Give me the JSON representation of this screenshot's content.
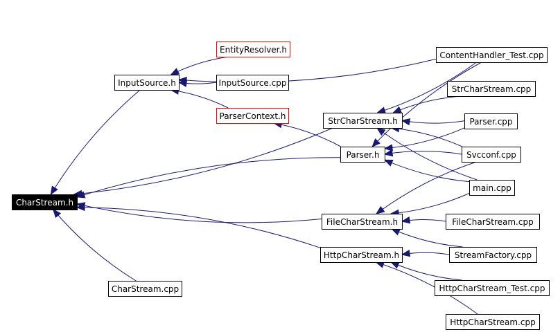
{
  "diagram": {
    "nodes": [
      {
        "id": "charstream_h",
        "label": "CharStream.h",
        "style": "root"
      },
      {
        "id": "inputsource_h",
        "label": "InputSource.h",
        "style": "normal"
      },
      {
        "id": "entityresolver_h",
        "label": "EntityResolver.h",
        "style": "red"
      },
      {
        "id": "inputsource_cpp",
        "label": "InputSource.cpp",
        "style": "normal"
      },
      {
        "id": "parsercontext_h",
        "label": "ParserContext.h",
        "style": "red"
      },
      {
        "id": "strcharstream_h",
        "label": "StrCharStream.h",
        "style": "normal"
      },
      {
        "id": "parser_h",
        "label": "Parser.h",
        "style": "normal"
      },
      {
        "id": "filecharstream_h",
        "label": "FileCharStream.h",
        "style": "normal"
      },
      {
        "id": "httpcharstream_h",
        "label": "HttpCharStream.h",
        "style": "normal"
      },
      {
        "id": "charstream_cpp",
        "label": "CharStream.cpp",
        "style": "normal"
      },
      {
        "id": "contenthandler_test_cpp",
        "label": "ContentHandler_Test.cpp",
        "style": "normal"
      },
      {
        "id": "strcharstream_cpp",
        "label": "StrCharStream.cpp",
        "style": "normal"
      },
      {
        "id": "parser_cpp",
        "label": "Parser.cpp",
        "style": "normal"
      },
      {
        "id": "svcconf_cpp",
        "label": "Svcconf.cpp",
        "style": "normal"
      },
      {
        "id": "main_cpp",
        "label": "main.cpp",
        "style": "normal"
      },
      {
        "id": "filecharstream_cpp",
        "label": "FileCharStream.cpp",
        "style": "normal"
      },
      {
        "id": "streamfactory_cpp",
        "label": "StreamFactory.cpp",
        "style": "normal"
      },
      {
        "id": "httpcharstream_test_cpp",
        "label": "HttpCharStream_Test.cpp",
        "style": "normal"
      },
      {
        "id": "httpcharstream_cpp",
        "label": "HttpCharStream.cpp",
        "style": "normal"
      }
    ],
    "edges": [
      [
        "inputsource_h",
        "charstream_h"
      ],
      [
        "strcharstream_h",
        "charstream_h"
      ],
      [
        "parser_h",
        "charstream_h"
      ],
      [
        "filecharstream_h",
        "charstream_h"
      ],
      [
        "httpcharstream_h",
        "charstream_h"
      ],
      [
        "charstream_cpp",
        "charstream_h"
      ],
      [
        "entityresolver_h",
        "inputsource_h"
      ],
      [
        "inputsource_cpp",
        "inputsource_h"
      ],
      [
        "parsercontext_h",
        "inputsource_h"
      ],
      [
        "contenthandler_test_cpp",
        "inputsource_h"
      ],
      [
        "parser_h",
        "parsercontext_h"
      ],
      [
        "contenthandler_test_cpp",
        "strcharstream_h"
      ],
      [
        "strcharstream_cpp",
        "strcharstream_h"
      ],
      [
        "parser_cpp",
        "strcharstream_h"
      ],
      [
        "svcconf_cpp",
        "strcharstream_h"
      ],
      [
        "main_cpp",
        "strcharstream_h"
      ],
      [
        "contenthandler_test_cpp",
        "parser_h"
      ],
      [
        "parser_cpp",
        "parser_h"
      ],
      [
        "svcconf_cpp",
        "parser_h"
      ],
      [
        "main_cpp",
        "parser_h"
      ],
      [
        "svcconf_cpp",
        "filecharstream_h"
      ],
      [
        "main_cpp",
        "filecharstream_h"
      ],
      [
        "filecharstream_cpp",
        "filecharstream_h"
      ],
      [
        "streamfactory_cpp",
        "filecharstream_h"
      ],
      [
        "streamfactory_cpp",
        "httpcharstream_h"
      ],
      [
        "httpcharstream_test_cpp",
        "httpcharstream_h"
      ],
      [
        "httpcharstream_cpp",
        "httpcharstream_h"
      ]
    ],
    "colors": {
      "edge": "#191970",
      "node_border": "#000000",
      "highlight_border": "#ff0000",
      "root_fill": "#000000",
      "root_text": "#ffffff"
    }
  }
}
